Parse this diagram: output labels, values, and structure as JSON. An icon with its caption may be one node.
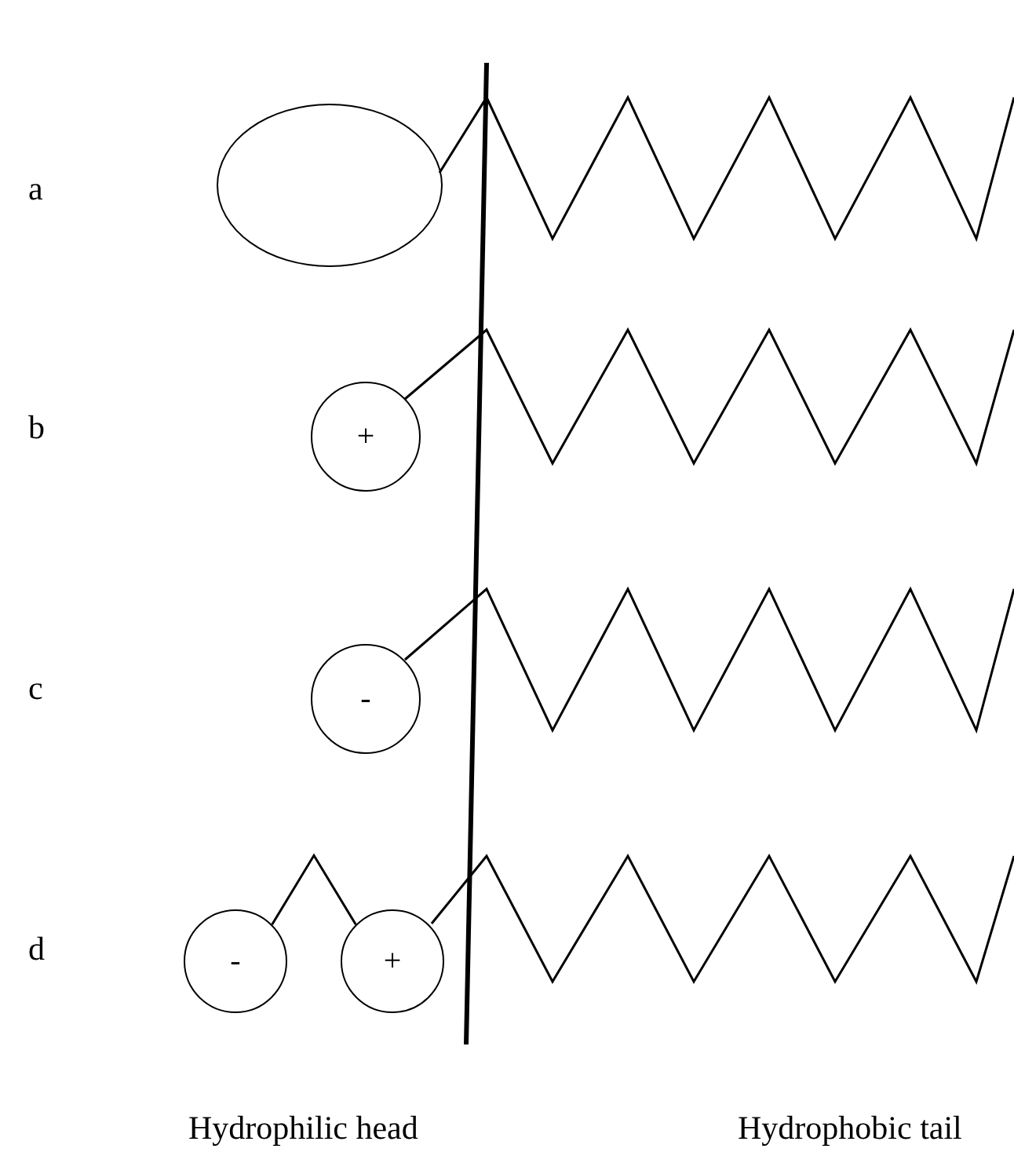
{
  "diagram": {
    "nodes": [
      {
        "text": [],
        "shape": "circle"
      },
      {
        "text": [
          "+"
        ]
      },
      {
        "text": [
          "-"
        ]
      },
      {
        "text": [
          "-"
        ]
      },
      {
        "text": [
          "+"
        ]
      }
    ],
    "edges": [
      {
        "from": 3,
        "to": 4,
        "arrow": "none"
      }
    ],
    "labels": [
      "a",
      "b",
      "c",
      "d",
      "Hydrophilic head",
      "Hydrophobic tail"
    ]
  }
}
